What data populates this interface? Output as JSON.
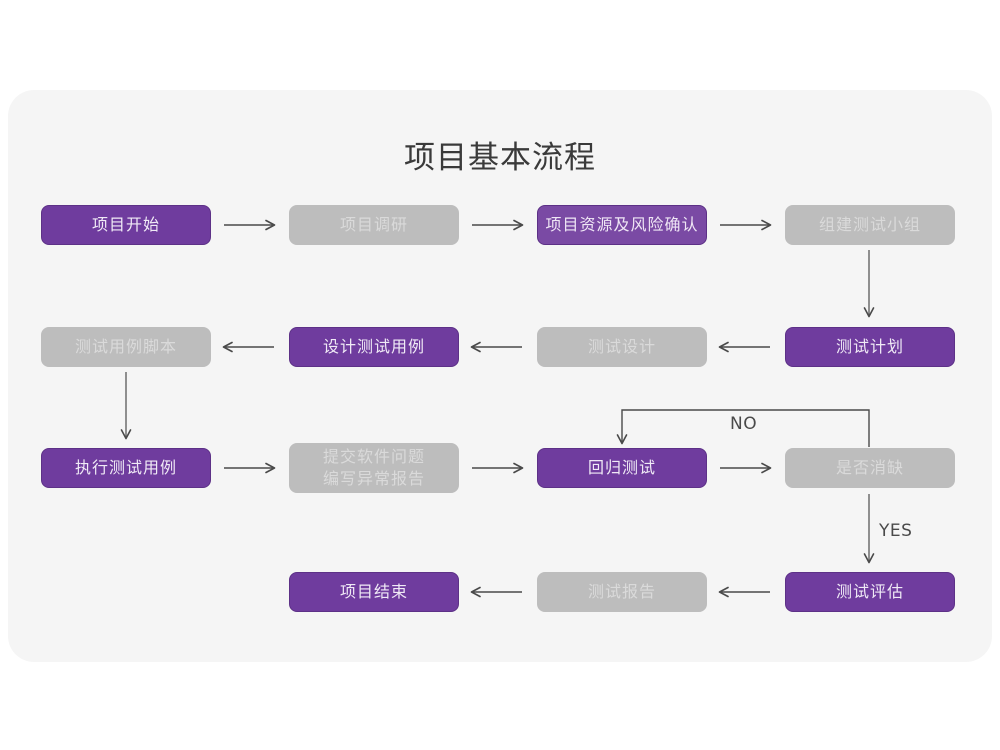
{
  "page": {
    "background_color": "#ffffff",
    "card_color": "#f5f5f5",
    "title": "项目基本流程"
  },
  "theme": {
    "purple": "#6f3c9e",
    "purple_outline": "#7a4aa4",
    "gray": "#bdbdbd",
    "purple_text": "#f0eaf6",
    "gray_text": "#dadada",
    "arrow_color": "#4a4a4a",
    "title_color": "#3a3a3a"
  },
  "nodes": [
    {
      "id": "n1",
      "label": "项目开始",
      "style": "purple",
      "row": 1,
      "col": 1
    },
    {
      "id": "n2",
      "label": "项目调研",
      "style": "gray",
      "row": 1,
      "col": 2
    },
    {
      "id": "n3",
      "label": "项目资源及风险确认",
      "style": "purple-outline",
      "row": 1,
      "col": 3
    },
    {
      "id": "n4",
      "label": "组建测试小组",
      "style": "gray",
      "row": 1,
      "col": 4
    },
    {
      "id": "n5",
      "label": "测试用例脚本",
      "style": "gray",
      "row": 2,
      "col": 1
    },
    {
      "id": "n6",
      "label": "设计测试用例",
      "style": "purple",
      "row": 2,
      "col": 2
    },
    {
      "id": "n7",
      "label": "测试设计",
      "style": "gray",
      "row": 2,
      "col": 3
    },
    {
      "id": "n8",
      "label": "测试计划",
      "style": "purple",
      "row": 2,
      "col": 4
    },
    {
      "id": "n9",
      "label": "执行测试用例",
      "style": "purple",
      "row": 3,
      "col": 1
    },
    {
      "id": "n10",
      "label": "提交软件问题\n编写异常报告",
      "style": "gray",
      "row": 3,
      "col": 2
    },
    {
      "id": "n11",
      "label": "回归测试",
      "style": "purple",
      "row": 3,
      "col": 3
    },
    {
      "id": "n12",
      "label": "是否消缺",
      "style": "gray",
      "row": 3,
      "col": 4
    },
    {
      "id": "n13",
      "label": "项目结束",
      "style": "purple",
      "row": 4,
      "col": 2
    },
    {
      "id": "n14",
      "label": "测试报告",
      "style": "gray",
      "row": 4,
      "col": 3
    },
    {
      "id": "n15",
      "label": "测试评估",
      "style": "purple",
      "row": 4,
      "col": 4
    }
  ],
  "edge_labels": {
    "no": "NO",
    "yes": "YES"
  },
  "edges": [
    {
      "from": "n1",
      "to": "n2",
      "direction": "right"
    },
    {
      "from": "n2",
      "to": "n3",
      "direction": "right"
    },
    {
      "from": "n3",
      "to": "n4",
      "direction": "right"
    },
    {
      "from": "n4",
      "to": "n8",
      "direction": "down"
    },
    {
      "from": "n8",
      "to": "n7",
      "direction": "left"
    },
    {
      "from": "n7",
      "to": "n6",
      "direction": "left"
    },
    {
      "from": "n6",
      "to": "n5",
      "direction": "left"
    },
    {
      "from": "n5",
      "to": "n9",
      "direction": "down"
    },
    {
      "from": "n9",
      "to": "n10",
      "direction": "right"
    },
    {
      "from": "n10",
      "to": "n11",
      "direction": "right"
    },
    {
      "from": "n11",
      "to": "n12",
      "direction": "right"
    },
    {
      "from": "n12",
      "to": "n11",
      "direction": "loop-up",
      "label": "NO"
    },
    {
      "from": "n12",
      "to": "n15",
      "direction": "down",
      "label": "YES"
    },
    {
      "from": "n15",
      "to": "n14",
      "direction": "left"
    },
    {
      "from": "n14",
      "to": "n13",
      "direction": "left"
    }
  ]
}
